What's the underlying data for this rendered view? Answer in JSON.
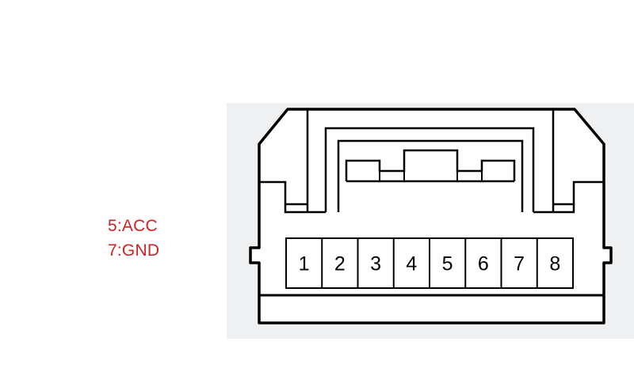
{
  "legend": {
    "line_1": "5:ACC",
    "line_2": "7:GND",
    "color": "#d42020"
  },
  "connector": {
    "pins": [
      "1",
      "2",
      "3",
      "4",
      "5",
      "6",
      "7",
      "8"
    ],
    "stroke_color": "#000000",
    "panel_color": "#eef0f2"
  }
}
